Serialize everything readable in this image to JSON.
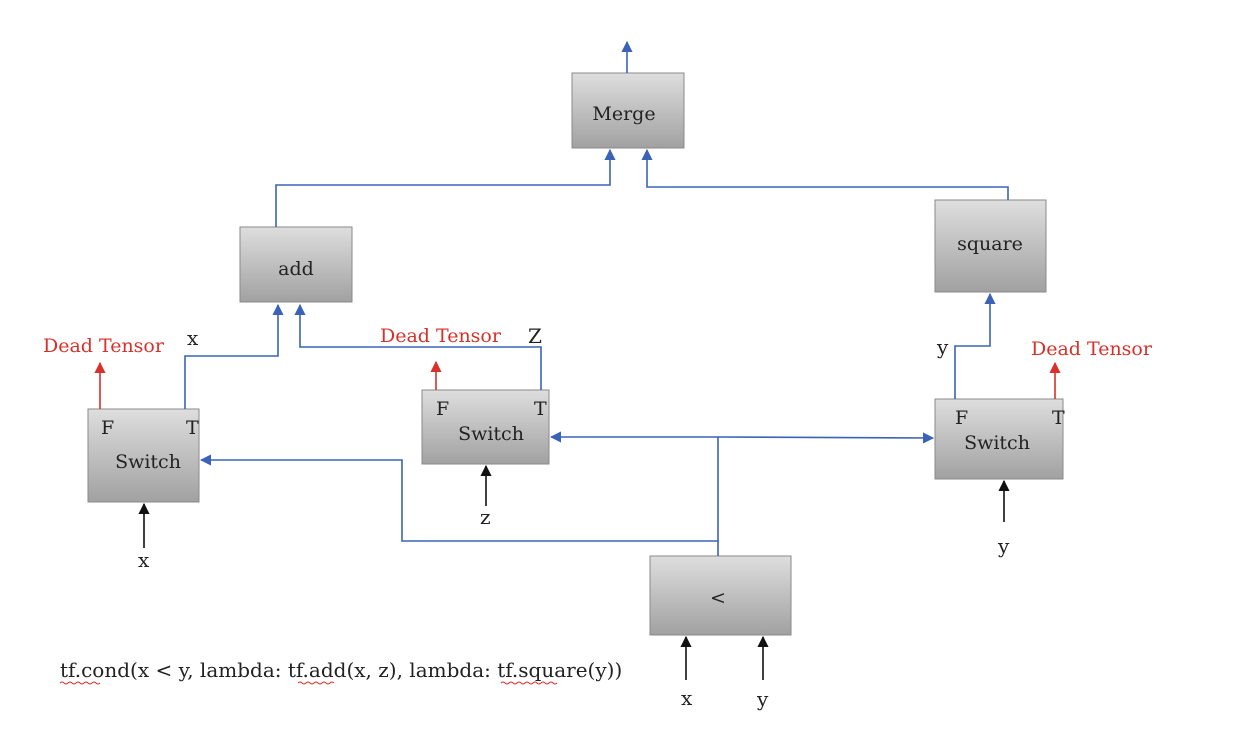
{
  "nodes": {
    "merge": "Merge",
    "add": "add",
    "square": "square",
    "less": "<",
    "switch": "Switch"
  },
  "ports": {
    "false": "F",
    "true": "T"
  },
  "dead_tensor": "Dead Tensor",
  "vars": {
    "x": "x",
    "y": "y",
    "z": "z",
    "z_upper": "Z"
  },
  "code": {
    "text": "tf.cond(x < y,  lambda: tf.add(x, z),  lambda: tf.square(y))"
  },
  "colors": {
    "edge_blue": "#3a63b8",
    "dead_red": "#d8302a",
    "box_fill_light": "#dcdcdc",
    "box_fill_dark": "#a3a3a3"
  }
}
